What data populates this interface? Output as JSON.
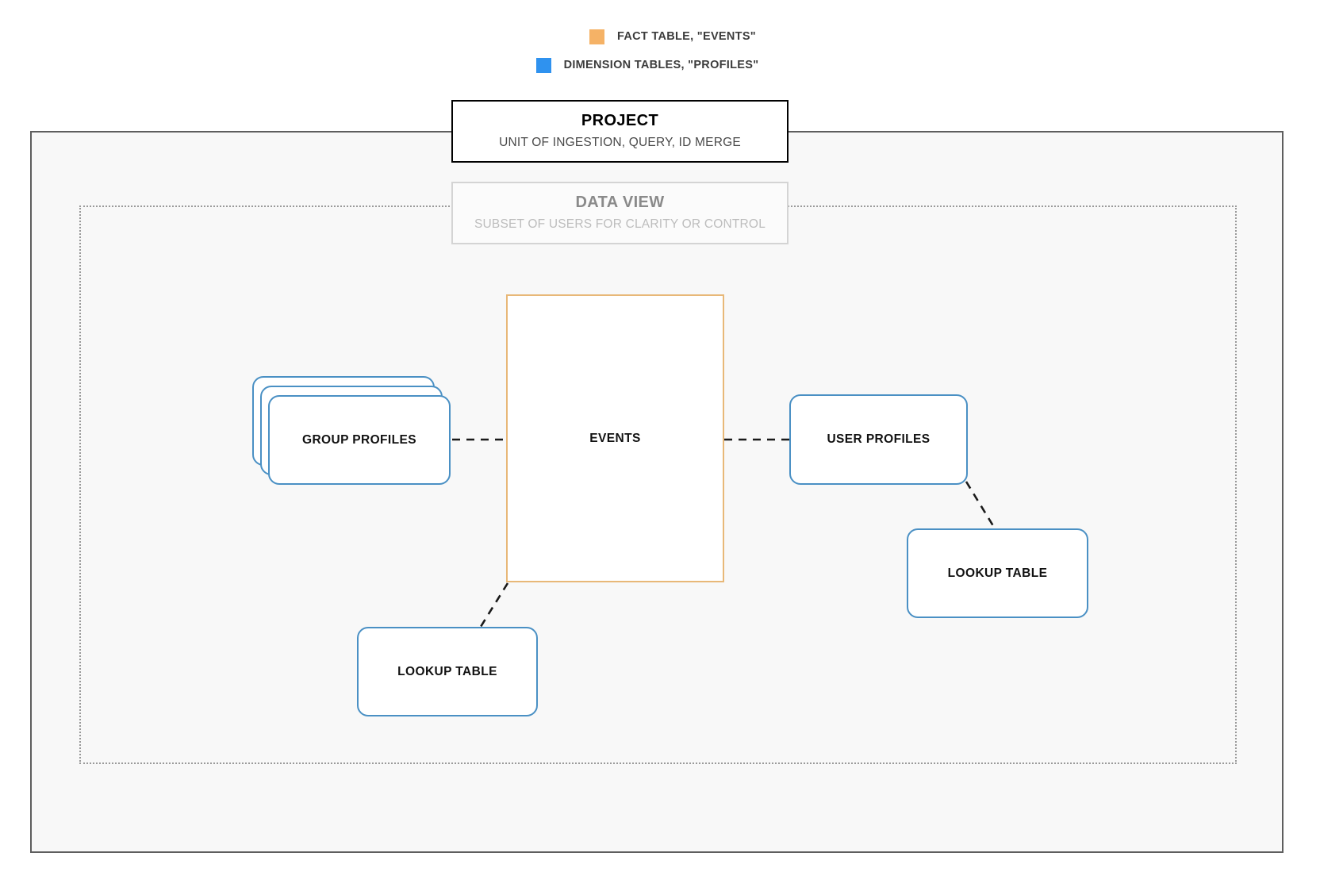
{
  "legend": {
    "items": [
      {
        "swatch_color": "#f5b266",
        "label": "FACT TABLE, \"EVENTS\"",
        "icon": "square-swatch-icon"
      },
      {
        "swatch_color": "#2f92ef",
        "label": "DIMENSION TABLES, \"PROFILES\"",
        "icon": "square-swatch-icon"
      }
    ]
  },
  "project": {
    "title": "PROJECT",
    "subtitle": "UNIT OF INGESTION, QUERY, ID MERGE",
    "border_color": "#000000"
  },
  "data_view": {
    "title": "DATA VIEW",
    "subtitle": "SUBSET OF USERS FOR CLARITY OR CONTROL",
    "border_color": "#d4d4d4"
  },
  "nodes": {
    "events": {
      "label": "EVENTS",
      "type": "fact-table",
      "color": "#e8b878"
    },
    "group_profiles": {
      "label": "GROUP PROFILES",
      "type": "dimension-table-stack",
      "color": "#4a90c4",
      "stack_count": 3
    },
    "user_profiles": {
      "label": "USER PROFILES",
      "type": "dimension-table",
      "color": "#4a90c4"
    },
    "lookup_table_left": {
      "label": "LOOKUP TABLE",
      "type": "dimension-table",
      "color": "#4a90c4"
    },
    "lookup_table_right": {
      "label": "LOOKUP TABLE",
      "type": "dimension-table",
      "color": "#4a90c4"
    }
  },
  "connections": [
    {
      "from": "group_profiles",
      "to": "events",
      "style": "dashed"
    },
    {
      "from": "events",
      "to": "user_profiles",
      "style": "dashed"
    },
    {
      "from": "events",
      "to": "lookup_table_left",
      "style": "dashed"
    },
    {
      "from": "user_profiles",
      "to": "lookup_table_right",
      "style": "dashed"
    }
  ]
}
